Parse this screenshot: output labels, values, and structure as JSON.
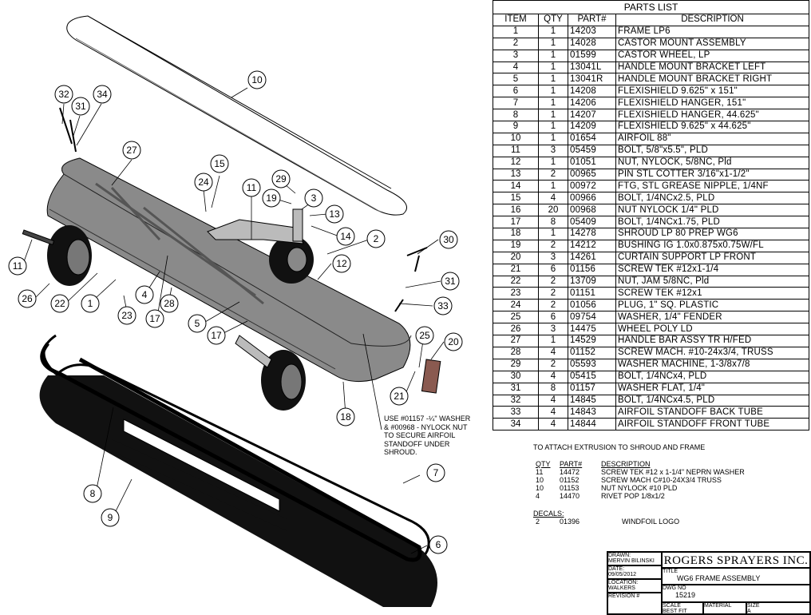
{
  "parts_list": {
    "title": "PARTS LIST",
    "headers": [
      "ITEM",
      "QTY",
      "PART#",
      "DESCRIPTION"
    ],
    "rows": [
      [
        "1",
        "1",
        "14203",
        "FRAME LP6"
      ],
      [
        "2",
        "1",
        "14028",
        "CASTOR MOUNT ASSEMBLY"
      ],
      [
        "3",
        "1",
        "01599",
        "CASTOR WHEEL, LP"
      ],
      [
        "4",
        "1",
        "13041L",
        "HANDLE MOUNT BRACKET LEFT"
      ],
      [
        "5",
        "1",
        "13041R",
        "HANDLE MOUNT BRACKET RIGHT"
      ],
      [
        "6",
        "1",
        "14208",
        "FLEXISHIELD 9.625\" x 151\""
      ],
      [
        "7",
        "1",
        "14206",
        "FLEXISHIELD HANGER, 151\""
      ],
      [
        "8",
        "1",
        "14207",
        "FLEXISHIELD HANGER, 44.625\""
      ],
      [
        "9",
        "1",
        "14209",
        "FLEXISHIELD 9.625\" x 44.625\""
      ],
      [
        "10",
        "1",
        "01654",
        "AIRFOIL 88\""
      ],
      [
        "11",
        "3",
        "05459",
        "BOLT, 5/8\"x5.5\", PLD"
      ],
      [
        "12",
        "1",
        "01051",
        "NUT, NYLOCK, 5/8NC, Pld"
      ],
      [
        "13",
        "2",
        "00965",
        "PIN STL COTTER 3/16\"x1-1/2\""
      ],
      [
        "14",
        "1",
        "00972",
        "FTG, STL GREASE NIPPLE, 1/4NF"
      ],
      [
        "15",
        "4",
        "00966",
        "BOLT, 1/4NCx2.5, PLD"
      ],
      [
        "16",
        "20",
        "00968",
        "NUT NYLOCK 1/4\" PLD"
      ],
      [
        "17",
        "8",
        "05409",
        "BOLT, 1/4NCx1.75, PLD"
      ],
      [
        "18",
        "1",
        "14278",
        "SHROUD LP 80 PREP WG6"
      ],
      [
        "19",
        "2",
        "14212",
        "BUSHING IG 1.0x0.875x0.75W/FL"
      ],
      [
        "20",
        "3",
        "14261",
        "CURTAIN SUPPORT LP FRONT"
      ],
      [
        "21",
        "6",
        "01156",
        "SCREW TEK #12x1-1/4"
      ],
      [
        "22",
        "2",
        "13709",
        "NUT, JAM 5/8NC, Pld"
      ],
      [
        "23",
        "2",
        "01151",
        "SCREW TEK #12x1"
      ],
      [
        "24",
        "2",
        "01056",
        "PLUG, 1\" SQ. PLASTIC"
      ],
      [
        "25",
        "6",
        "09754",
        "WASHER, 1/4\" FENDER"
      ],
      [
        "26",
        "3",
        "14475",
        "WHEEL POLY LD"
      ],
      [
        "27",
        "1",
        "14529",
        "HANDLE BAR ASSY TR H/FED"
      ],
      [
        "28",
        "4",
        "01152",
        "SCREW MACH. #10-24x3/4, TRUSS"
      ],
      [
        "29",
        "2",
        "05593",
        "WASHER MACHINE, 1-3/8x7/8"
      ],
      [
        "30",
        "4",
        "05415",
        "BOLT, 1/4NCx4, PLD"
      ],
      [
        "31",
        "8",
        "01157",
        "WASHER FLAT, 1/4\""
      ],
      [
        "32",
        "4",
        "14845",
        "BOLT, 1/4NCx4.5, PLD"
      ],
      [
        "33",
        "4",
        "14843",
        "AIRFOIL STANDOFF BACK TUBE"
      ],
      [
        "34",
        "4",
        "14844",
        "AIRFOIL STANDOFF FRONT TUBE"
      ]
    ]
  },
  "extrusion_notes": {
    "heading": "TO ATTACH EXTRUSION TO SHROUD AND FRAME",
    "columns": [
      "QTY",
      "PART#",
      "DESCRIPTION"
    ],
    "rows": [
      [
        "11",
        "14472",
        "SCREW TEK #12 x 1-1/4\" NEPRN WASHER"
      ],
      [
        "10",
        "01152",
        "SCREW MACH C#10-24X3/4 TRUSS"
      ],
      [
        "10",
        "01153",
        "NUT NYLOCK #10 PLD"
      ],
      [
        "4",
        "14470",
        "RIVET POP 1/8x1/2"
      ]
    ],
    "decals_heading": "DECALS:",
    "decals": [
      [
        "2",
        "01396",
        "WINDFOIL LOGO"
      ]
    ]
  },
  "ground_note": [
    "USE #01157 -¼\" WASHER",
    "& #00968 - NYLOCK NUT",
    "TO SECURE AIRFOIL",
    "STANDOFF UNDER",
    "SHROUD."
  ],
  "title_block": {
    "drawn_label": "DRAWN:",
    "drawn_by": "MERVIN BILINSKI",
    "date_label": "DATE:",
    "date": "09/05/2012",
    "location_label": "LOCATION:",
    "location": "WALKERS",
    "revision_label": "REVISION #",
    "company": "ROGERS SPRAYERS INC.",
    "title_label": "TITLE",
    "title": "WG6 FRAME ASSEMBLY",
    "dwg_label": "DWG NO",
    "dwg_no": "15219",
    "scale_label": "SCALE",
    "scale": "BEST FIT",
    "material_label": "MATERIAL",
    "size_label": "SIZE",
    "size": "A"
  },
  "balloons": [
    "10",
    "32",
    "31",
    "34",
    "27",
    "15",
    "24",
    "11",
    "29",
    "19",
    "3",
    "13",
    "14",
    "2",
    "30",
    "11",
    "12",
    "31",
    "26",
    "22",
    "1",
    "23",
    "4",
    "28",
    "17",
    "5",
    "17",
    "33",
    "25",
    "20",
    "21",
    "18",
    "8",
    "7",
    "9",
    "6"
  ]
}
